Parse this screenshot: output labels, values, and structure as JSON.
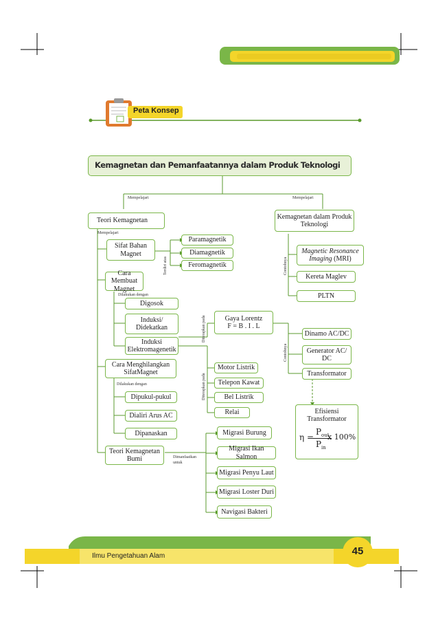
{
  "header": {
    "section_label": "Peta Konsep"
  },
  "title": "Kemagnetan dan Pemanfaatannya dalam Produk Teknologi",
  "branch_labels": {
    "left": "Mempelajari",
    "right": "Mempelajari",
    "teori_sub": "Mempelajari",
    "terdiri_atas": "Terdiri atas",
    "dilakukan_dengan_1": "Dilakukan dengan",
    "diterapkan_pada_1": "Diterapkan pada",
    "diterapkan_pada_2": "Diterapkan pada",
    "dilakukan_dengan_2": "Dilakukan dengan",
    "dimanfaatkan_untuk_1": "Dimanfaatkan",
    "dimanfaatkan_untuk_2": "untuk",
    "contohnya_1": "Contohnya",
    "contohnya_2": "Contohnya"
  },
  "nodes": {
    "teori_kemagnetan": "Teori Kemagnetan",
    "kemagnetan_produk_1": "Kemagnetan dalam Produk",
    "kemagnetan_produk_2": "Teknologi",
    "sifat_bahan_1": "Sifat Bahan",
    "sifat_bahan_2": "Magnet",
    "paramagnetik": "Paramagnetik",
    "diamagnetik": "Diamagnetik",
    "feromagnetik": "Feromagnetik",
    "cara_membuat_1": "Cara Membuat",
    "cara_membuat_2": "Magnet",
    "digosok": "Digosok",
    "induksi_didekatkan_1": "Induksi/",
    "induksi_didekatkan_2": "Didekatkan",
    "induksi_elektro_1": "Induksi",
    "induksi_elektro_2": "Elektromagenetik",
    "gaya_lorentz_1": "Gaya Lorentz",
    "gaya_lorentz_2": "F = B . I . L",
    "cara_menghilangkan_1": "Cara Menghilangkan",
    "cara_menghilangkan_2": "SifatMagnet",
    "motor_listrik": "Motor Listrik",
    "telepon_kawat": "Telepon Kawat",
    "bel_listrik": "Bel Listrik",
    "relai": "Relai",
    "dipukul": "Dipukul-pukul",
    "dialiri": "Dialiri Arus AC",
    "dipanaskan": "Dipanaskan",
    "teori_bumi_1": "Teori Kemagnetan",
    "teori_bumi_2": "Bumi",
    "migrasi_burung": "Migrasi Burung",
    "migrasi_ikan": "Migrasi Ikan Salmon",
    "migrasi_penyu": "Migrasi Penyu Laut",
    "migrasi_loster": "Migrasi Loster Duri",
    "navigasi_bakteri": "Navigasi Bakteri",
    "mri_1": "Magnetic Resonance",
    "mri_2": "Imaging",
    "mri_3": "(MRI)",
    "kereta_maglev": "Kereta Maglev",
    "pltn": "PLTN",
    "dinamo": "Dinamo AC/DC",
    "generator_1": "Generator AC/",
    "generator_2": "DC",
    "transformator": "Transformator",
    "efisiensi_1": "Efisiensi",
    "efisiensi_2": "Transformator"
  },
  "formula": {
    "eta": "η =",
    "p_out": "P",
    "out_sub": "out",
    "p_in": "P",
    "in_sub": "in",
    "times": "x 100%"
  },
  "footer": {
    "book_title": "Ilmu Pengetahuan Alam",
    "page_number": "45"
  },
  "colors": {
    "green": "#7ab648",
    "yellow": "#f4d52a",
    "title_bar": "#e8f1d8",
    "title_text": "#2b2b2b"
  }
}
